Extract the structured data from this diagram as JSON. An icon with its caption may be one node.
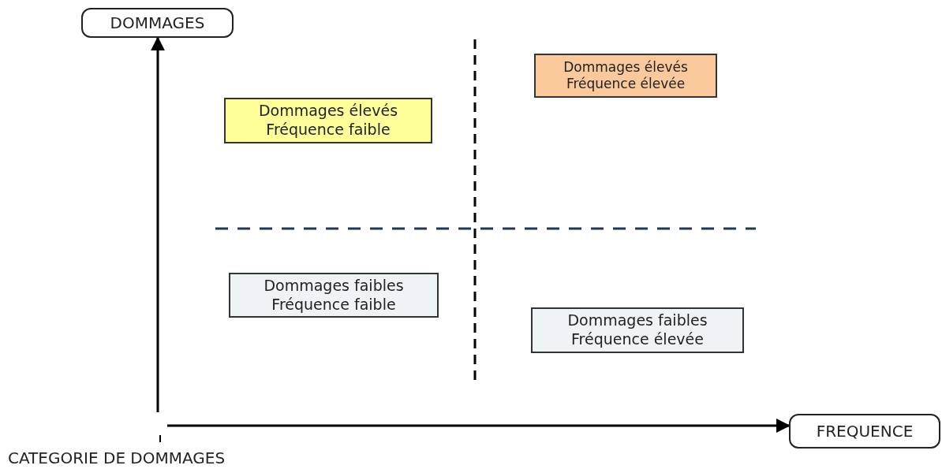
{
  "diagram": {
    "nodes": [
      {
        "text": [
          "DOMMAGES"
        ]
      },
      {
        "text": [
          "Dommages élevés",
          "Fréquence élevée"
        ]
      },
      {
        "text": [
          "Dommages élevés",
          "Fréquence faible"
        ]
      },
      {
        "text": [
          "Dommages faibles",
          "Fréquence faible"
        ]
      },
      {
        "text": [
          "Dommages faibles",
          "Fréquence élevée"
        ]
      },
      {
        "text": [
          "FREQUENCE"
        ]
      }
    ],
    "edges": [
      {
        "from": null,
        "to": 0,
        "arrow": "to"
      },
      {
        "from": null,
        "to": 5,
        "arrow": "to"
      }
    ],
    "labels": [
      "CATEGORIE DE DOMMAGES"
    ]
  }
}
